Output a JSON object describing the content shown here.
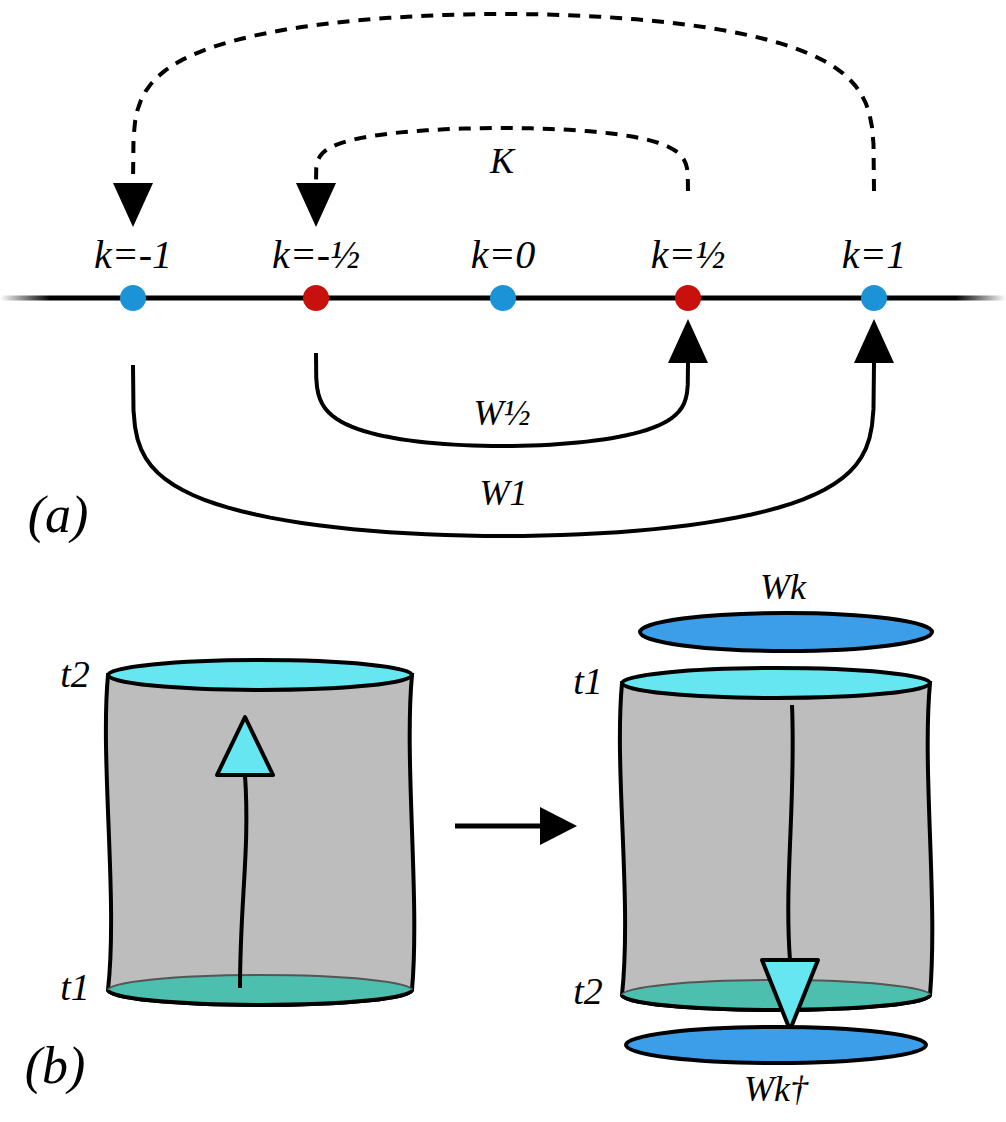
{
  "diagram": {
    "nodes": [
      {
        "text": [
          "k=-1"
        ]
      },
      {
        "text": [
          "k=-½"
        ]
      },
      {
        "text": [
          "k=0"
        ]
      },
      {
        "text": [
          "k=½"
        ]
      },
      {
        "text": [
          "k=1"
        ]
      }
    ],
    "edges": [
      {
        "from": 3,
        "to": 1,
        "arrow": "to",
        "label": "K"
      },
      {
        "from": 4,
        "to": 0,
        "arrow": "to"
      },
      {
        "from": 1,
        "to": 3,
        "arrow": "to",
        "label": "W½"
      },
      {
        "from": 0,
        "to": 4,
        "arrow": "to",
        "label": "W1"
      }
    ],
    "labels": [
      "(a)",
      "t2",
      "t1",
      "t1",
      "t2",
      "Wk",
      "Wk†",
      "(b)"
    ]
  }
}
